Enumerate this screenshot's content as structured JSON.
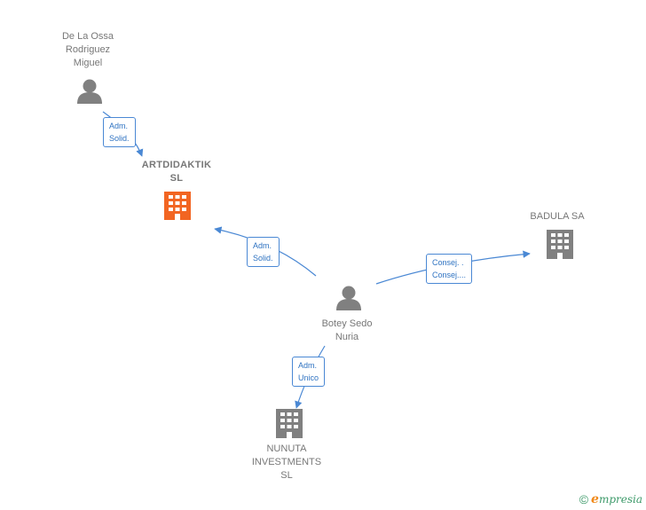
{
  "nodes": {
    "person_delaossa": {
      "label_lines": [
        "De La Ossa",
        "Rodriguez",
        "Miguel"
      ]
    },
    "company_artdidaktik": {
      "label_lines": [
        "ARTDIDAKTIK",
        "SL"
      ]
    },
    "company_badula": {
      "label_lines": [
        "BADULA SA"
      ]
    },
    "person_botey": {
      "label_lines": [
        "Botey Sedo",
        "Nuria"
      ]
    },
    "company_nunuta": {
      "label_lines": [
        "NUNUTA",
        "INVESTMENTS",
        "SL"
      ]
    }
  },
  "edges": {
    "delaossa_to_artdidaktik": {
      "lines": [
        "Adm.",
        "Solid."
      ]
    },
    "botey_to_artdidaktik": {
      "lines": [
        "Adm.",
        "Solid."
      ]
    },
    "botey_to_badula": {
      "lines": [
        "Consej. .",
        "Consej...."
      ]
    },
    "botey_to_nunuta": {
      "lines": [
        "Adm.",
        "Unico"
      ]
    }
  },
  "footer": {
    "copyright": "©",
    "brand_initial": "e",
    "brand_rest": "mpresia"
  },
  "colors": {
    "edge": "#4a88d4",
    "person_icon": "#808080",
    "company_icon": "#808080",
    "focus_company_icon": "#f26522"
  }
}
